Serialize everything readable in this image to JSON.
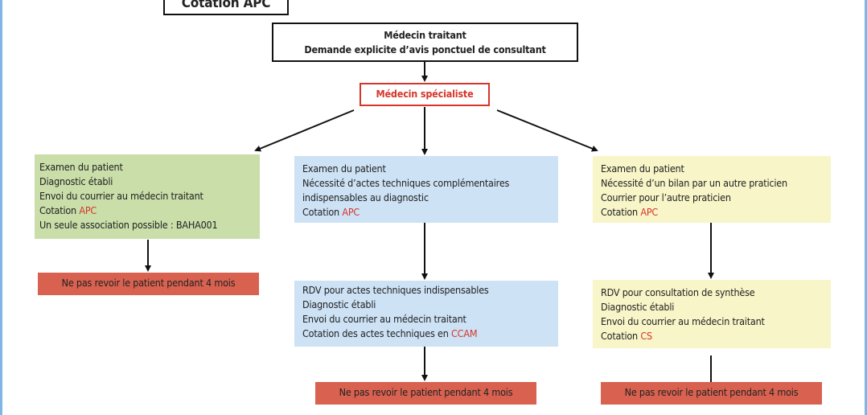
{
  "colors": {
    "green": "#c9dea9",
    "blue": "#cde2f5",
    "yellow": "#f8f5c8",
    "warning": "#d86150",
    "highlight": "#d5352a"
  },
  "top_box": {
    "label": "Cotation APC"
  },
  "referral_box": {
    "lines": [
      "Médecin traitant",
      "Demande explicite d’avis ponctuel de consultant"
    ]
  },
  "specialist_box": {
    "label": "Médecin spécialiste"
  },
  "left_branch": {
    "box": {
      "lines": [
        [
          {
            "t": "Examen du patient"
          }
        ],
        [
          {
            "t": "Diagnostic établi"
          }
        ],
        [
          {
            "t": "Envoi du courrier au médecin traitant"
          }
        ],
        [
          {
            "t": "Cotation "
          },
          {
            "t": "APC",
            "hl": true
          }
        ],
        [
          {
            "t": "Un seule association possible : BAHA001"
          }
        ]
      ]
    },
    "warning": "Ne pas revoir le patient pendant  4 mois"
  },
  "middle_branch": {
    "box1": {
      "lines": [
        [
          {
            "t": "Examen du patient"
          }
        ],
        [
          {
            "t": "Nécessité d’actes techniques complémentaires"
          }
        ],
        [
          {
            "t": "indispensables au diagnostic"
          }
        ],
        [
          {
            "t": "Cotation "
          },
          {
            "t": "APC",
            "hl": true
          }
        ]
      ]
    },
    "box2": {
      "lines": [
        [
          {
            "t": "RDV pour actes techniques indispensables"
          }
        ],
        [
          {
            "t": "Diagnostic établi"
          }
        ],
        [
          {
            "t": "Envoi du courrier au médecin traitant"
          }
        ],
        [
          {
            "t": "Cotation des actes techniques en "
          },
          {
            "t": "CCAM",
            "hl": true
          }
        ]
      ]
    },
    "warning": "Ne pas revoir le patient pendant  4 mois"
  },
  "right_branch": {
    "box1": {
      "lines": [
        [
          {
            "t": "Examen du patient"
          }
        ],
        [
          {
            "t": "Nécessité d’un bilan par un autre praticien"
          }
        ],
        [
          {
            "t": "Courrier pour l’autre praticien"
          }
        ],
        [
          {
            "t": "Cotation "
          },
          {
            "t": "APC",
            "hl": true
          }
        ]
      ]
    },
    "box2": {
      "lines": [
        [
          {
            "t": "RDV pour consultation de synthèse"
          }
        ],
        [
          {
            "t": "Diagnostic établi"
          }
        ],
        [
          {
            "t": "Envoi du courrier au médecin traitant"
          }
        ],
        [
          {
            "t": "Cotation "
          },
          {
            "t": "CS",
            "hl": true
          }
        ]
      ]
    },
    "warning": "Ne pas revoir le patient pendant  4 mois"
  }
}
